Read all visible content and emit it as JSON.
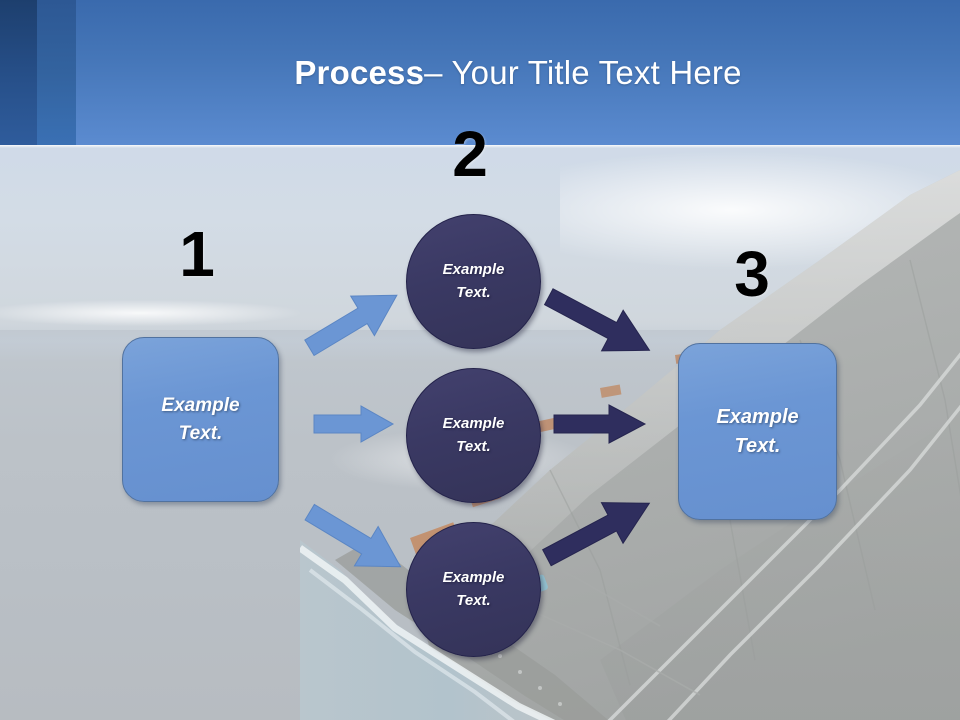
{
  "header": {
    "title_bold": "Process",
    "title_rest": " – Your Title Text Here",
    "bg_color": "#4576b8",
    "stripe_dark": "#27508a",
    "stripe_mid": "#33639f",
    "text_color": "#ffffff"
  },
  "theme": {
    "box_fill": "#6b96d4",
    "box_stroke": "#51729f",
    "circle_fill": "#3a3963",
    "circle_stroke": "#23224a",
    "arrow_light": "#6b96d4",
    "arrow_dark": "#2f2e5e",
    "number_color": "#000000",
    "shape_text_color": "#ffffff"
  },
  "steps": [
    {
      "number": "1",
      "label_line1": "Example",
      "label_line2": "Text."
    },
    {
      "number": "2",
      "label_line1": "Example",
      "label_line2": "Text."
    },
    {
      "number": "3",
      "label_line1": "Example",
      "label_line2": "Text."
    }
  ],
  "middle_nodes": [
    {
      "label_line1": "Example",
      "label_line2": "Text."
    },
    {
      "label_line1": "Example",
      "label_line2": "Text."
    },
    {
      "label_line1": "Example",
      "label_line2": "Text."
    }
  ],
  "connectors": [
    {
      "name": "box1-to-circle-top",
      "style": "light",
      "direction": "up-right"
    },
    {
      "name": "box1-to-circle-middle",
      "style": "light",
      "direction": "right"
    },
    {
      "name": "box1-to-circle-bottom",
      "style": "light",
      "direction": "down-right"
    },
    {
      "name": "circle-top-to-box3",
      "style": "dark",
      "direction": "down-right"
    },
    {
      "name": "circle-middle-to-box3",
      "style": "dark",
      "direction": "right"
    },
    {
      "name": "circle-bottom-to-box3",
      "style": "dark",
      "direction": "up-right"
    }
  ],
  "background": {
    "description": "aerial coastal landscape photograph, faded",
    "sky_color": "#cdd9e9",
    "sea_color": "#b9bfc5",
    "land_color": "#b0b3b2"
  }
}
